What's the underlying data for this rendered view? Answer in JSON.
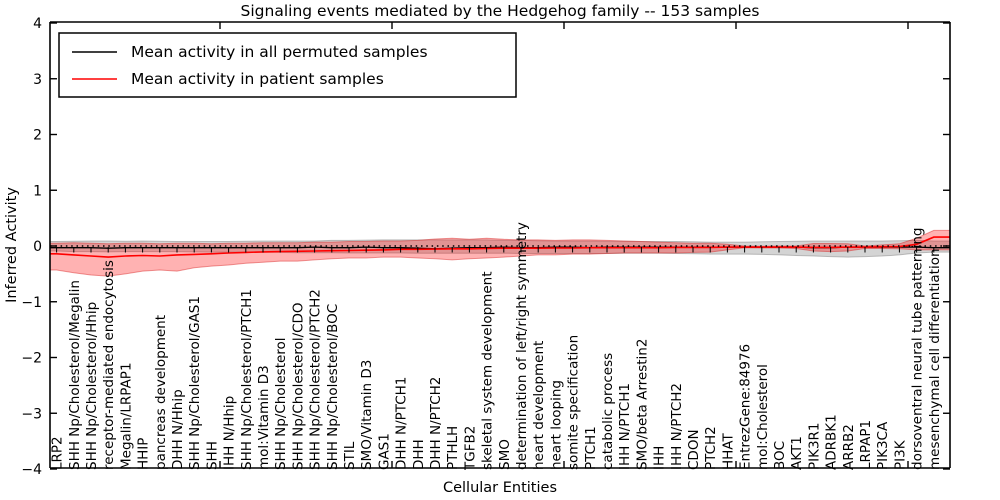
{
  "title": "Signaling events mediated by the Hedgehog family -- 153 samples",
  "legend": {
    "position": "upper left",
    "entries": [
      {
        "label": "Mean activity in all permuted samples",
        "color": "#000000"
      },
      {
        "label": "Mean activity in patient samples",
        "color": "#ff0000"
      }
    ]
  },
  "axes": {
    "ylabel": "Inferred Activity",
    "xlabel": "Cellular Entities",
    "ylim": [
      -4,
      4
    ],
    "yticks": [
      4,
      3,
      2,
      1,
      0,
      -1,
      -2,
      -3,
      -4
    ],
    "grid": false
  },
  "chart_data": {
    "type": "line",
    "title": "Signaling events mediated by the Hedgehog family -- 153 samples",
    "xlabel": "Cellular Entities",
    "ylabel": "Inferred Activity",
    "ylim": [
      -4,
      4
    ],
    "zero_line": true,
    "categories": [
      "LRP2",
      "SHH Np/Cholesterol/Megalin",
      "SHH Np/Cholesterol/Hhip",
      "receptor-mediated endocytosis",
      "Megalin/LRPAP1",
      "HHIP",
      "pancreas development",
      "DHH N/Hhip",
      "SHH Np/Cholesterol/GAS1",
      "SHH",
      "IHH N/Hhip",
      "SHH Np/Cholesterol/PTCH1",
      "mol:Vitamin D3",
      "SHH Np/Cholesterol",
      "SHH Np/Cholesterol/CDO",
      "SHH Np/Cholesterol/PTCH2",
      "SHH Np/Cholesterol/BOC",
      "STIL",
      "SMO/Vitamin D3",
      "GAS1",
      "DHH N/PTCH1",
      "DHH",
      "DHH N/PTCH2",
      "PTHLH",
      "TGFB2",
      "skeletal system development",
      "SMO",
      "determination of left/right symmetry",
      "heart development",
      "heart looping",
      "somite specification",
      "PTCH1",
      "catabolic process",
      "IHH N/PTCH1",
      "SMO/beta Arrestin2",
      "IHH",
      "IHH N/PTCH2",
      "CDON",
      "PTCH2",
      "HHAT",
      "EntrezGene:84976",
      "mol:Cholesterol",
      "BOC",
      "AKT1",
      "PIK3R1",
      "ADRBK1",
      "ARRB2",
      "LRPAP1",
      "PIK3CA",
      "PI3K",
      "dorsoventral neural tube patterning",
      "mesenchymal cell differentiation"
    ],
    "series": [
      {
        "name": "Mean activity in all permuted samples",
        "color": "#000000",
        "line_width": 1.3,
        "band_color": "rgba(100,100,100,0.28)",
        "band_edge": "rgba(100,100,100,0.38)",
        "values": [
          -0.03,
          -0.03,
          -0.03,
          -0.04,
          -0.03,
          -0.03,
          -0.03,
          -0.03,
          -0.03,
          -0.03,
          -0.03,
          -0.03,
          -0.03,
          -0.03,
          -0.03,
          -0.02,
          -0.03,
          -0.03,
          -0.02,
          -0.03,
          -0.03,
          -0.04,
          -0.05,
          -0.04,
          -0.03,
          -0.03,
          -0.02,
          -0.03,
          -0.03,
          -0.02,
          -0.02,
          -0.03,
          -0.02,
          -0.02,
          -0.02,
          -0.02,
          -0.02,
          -0.02,
          -0.02,
          -0.02,
          -0.02,
          -0.02,
          -0.02,
          -0.02,
          -0.03,
          -0.03,
          -0.02,
          -0.02,
          -0.02,
          -0.02,
          -0.02,
          -0.03
        ],
        "band_top": [
          0.08,
          0.085,
          0.09,
          0.09,
          0.085,
          0.09,
          0.085,
          0.08,
          0.08,
          0.08,
          0.08,
          0.085,
          0.09,
          0.09,
          0.09,
          0.09,
          0.1,
          0.1,
          0.105,
          0.11,
          0.11,
          0.11,
          0.11,
          0.11,
          0.11,
          0.11,
          0.1,
          0.1,
          0.095,
          0.09,
          0.09,
          0.09,
          0.085,
          0.085,
          0.08,
          0.08,
          0.08,
          0.075,
          0.07,
          0.07,
          0.07,
          0.075,
          0.08,
          0.085,
          0.09,
          0.09,
          0.09,
          0.09,
          0.09,
          0.095,
          0.1,
          0.09
        ],
        "band_bottom": [
          -0.09,
          -0.1,
          -0.1,
          -0.105,
          -0.1,
          -0.1,
          -0.1,
          -0.1,
          -0.105,
          -0.11,
          -0.11,
          -0.11,
          -0.11,
          -0.115,
          -0.12,
          -0.12,
          -0.12,
          -0.125,
          -0.125,
          -0.125,
          -0.125,
          -0.13,
          -0.13,
          -0.13,
          -0.13,
          -0.13,
          -0.13,
          -0.135,
          -0.135,
          -0.135,
          -0.135,
          -0.135,
          -0.135,
          -0.13,
          -0.13,
          -0.13,
          -0.135,
          -0.14,
          -0.145,
          -0.145,
          -0.145,
          -0.15,
          -0.16,
          -0.17,
          -0.18,
          -0.19,
          -0.2,
          -0.19,
          -0.18,
          -0.16,
          -0.125,
          -0.11
        ]
      },
      {
        "name": "Mean activity in patient samples",
        "color": "#ff0000",
        "line_width": 1.6,
        "band_color": "rgba(255,0,0,0.30)",
        "band_edge": "rgba(215,30,30,0.45)",
        "values": [
          -0.14,
          -0.16,
          -0.18,
          -0.2,
          -0.18,
          -0.17,
          -0.18,
          -0.16,
          -0.15,
          -0.14,
          -0.125,
          -0.115,
          -0.105,
          -0.1,
          -0.095,
          -0.09,
          -0.085,
          -0.08,
          -0.075,
          -0.07,
          -0.06,
          -0.06,
          -0.055,
          -0.05,
          -0.05,
          -0.045,
          -0.04,
          -0.04,
          -0.04,
          -0.035,
          -0.035,
          -0.03,
          -0.03,
          -0.03,
          -0.03,
          -0.03,
          -0.025,
          -0.025,
          -0.025,
          -0.02,
          -0.02,
          -0.02,
          -0.02,
          -0.02,
          -0.025,
          -0.025,
          -0.02,
          -0.02,
          -0.015,
          -0.01,
          0.03,
          0.16
        ],
        "band_top": [
          0.05,
          0.06,
          0.05,
          0.04,
          0.05,
          0.05,
          0.04,
          0.05,
          0.05,
          0.04,
          0.05,
          0.05,
          0.06,
          0.06,
          0.06,
          0.07,
          0.07,
          0.08,
          0.08,
          0.09,
          0.09,
          0.1,
          0.125,
          0.14,
          0.12,
          0.14,
          0.12,
          0.11,
          0.11,
          0.1,
          0.11,
          0.11,
          0.1,
          0.09,
          0.08,
          0.07,
          0.06,
          0.05,
          0.05,
          0.03,
          0.0,
          -0.005,
          0.0,
          0.0,
          0.045,
          0.045,
          0.04,
          0.0,
          0.02,
          0.04,
          0.14,
          0.28
        ],
        "band_bottom": [
          -0.43,
          -0.48,
          -0.52,
          -0.54,
          -0.5,
          -0.45,
          -0.43,
          -0.45,
          -0.39,
          -0.36,
          -0.34,
          -0.31,
          -0.29,
          -0.27,
          -0.27,
          -0.25,
          -0.23,
          -0.215,
          -0.215,
          -0.2,
          -0.2,
          -0.215,
          -0.23,
          -0.25,
          -0.23,
          -0.215,
          -0.2,
          -0.18,
          -0.16,
          -0.16,
          -0.145,
          -0.145,
          -0.135,
          -0.125,
          -0.125,
          -0.125,
          -0.125,
          -0.115,
          -0.11,
          -0.07,
          -0.03,
          -0.035,
          -0.035,
          -0.045,
          -0.09,
          -0.1,
          -0.09,
          -0.045,
          -0.045,
          -0.05,
          -0.07,
          -0.07
        ]
      }
    ]
  }
}
